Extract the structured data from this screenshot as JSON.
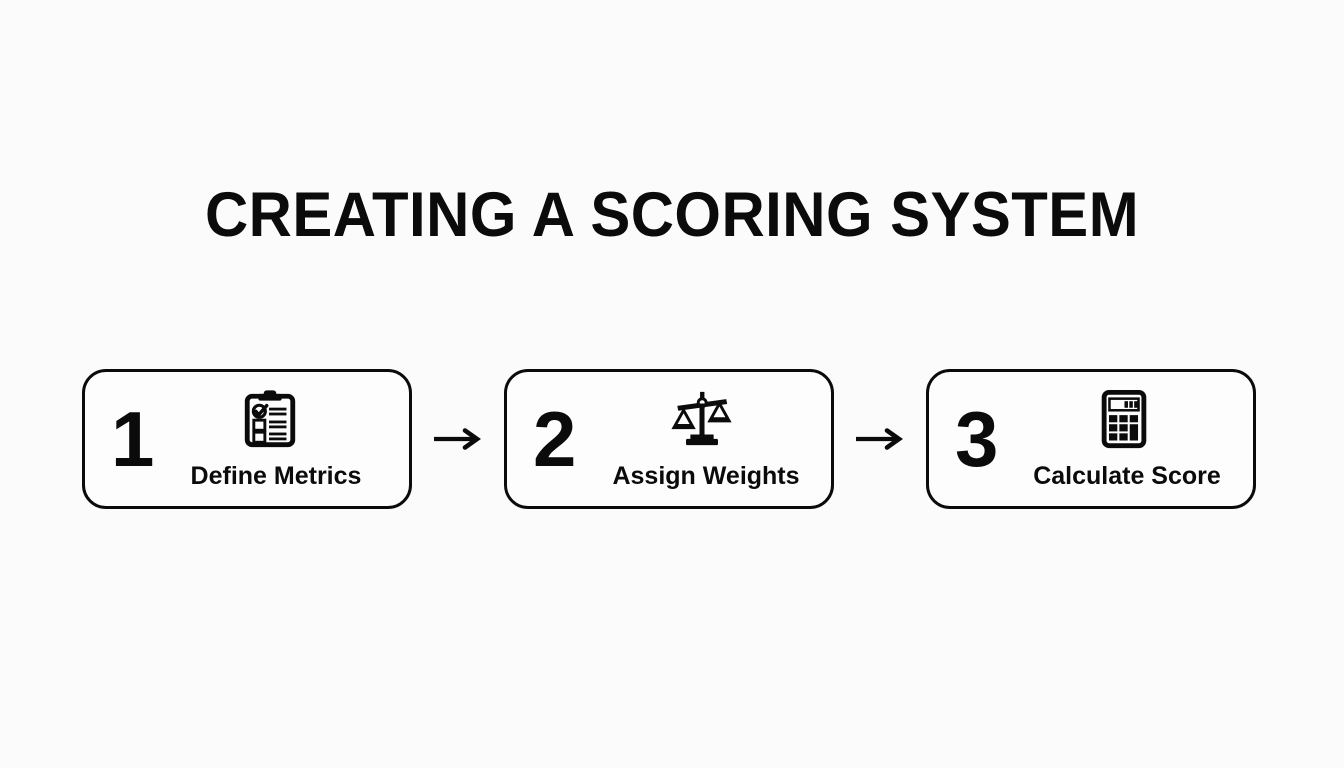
{
  "slide": {
    "background_color": "#fbfbfc",
    "ink_color": "#0b0b0b",
    "title": "CREATING A SCORING SYSTEM"
  },
  "flow": {
    "connector_glyph": "→",
    "steps": [
      {
        "number": "1",
        "label": "Define Metrics",
        "icon": "clipboard-checklist-icon"
      },
      {
        "number": "2",
        "label": "Assign Weights",
        "icon": "balance-scale-icon"
      },
      {
        "number": "3",
        "label": "Calculate Score",
        "icon": "calculator-icon"
      }
    ],
    "connectors": [
      {
        "name": "arrow-1-to-2",
        "glyph": "→"
      },
      {
        "name": "arrow-2-to-3",
        "glyph": "→"
      }
    ]
  }
}
